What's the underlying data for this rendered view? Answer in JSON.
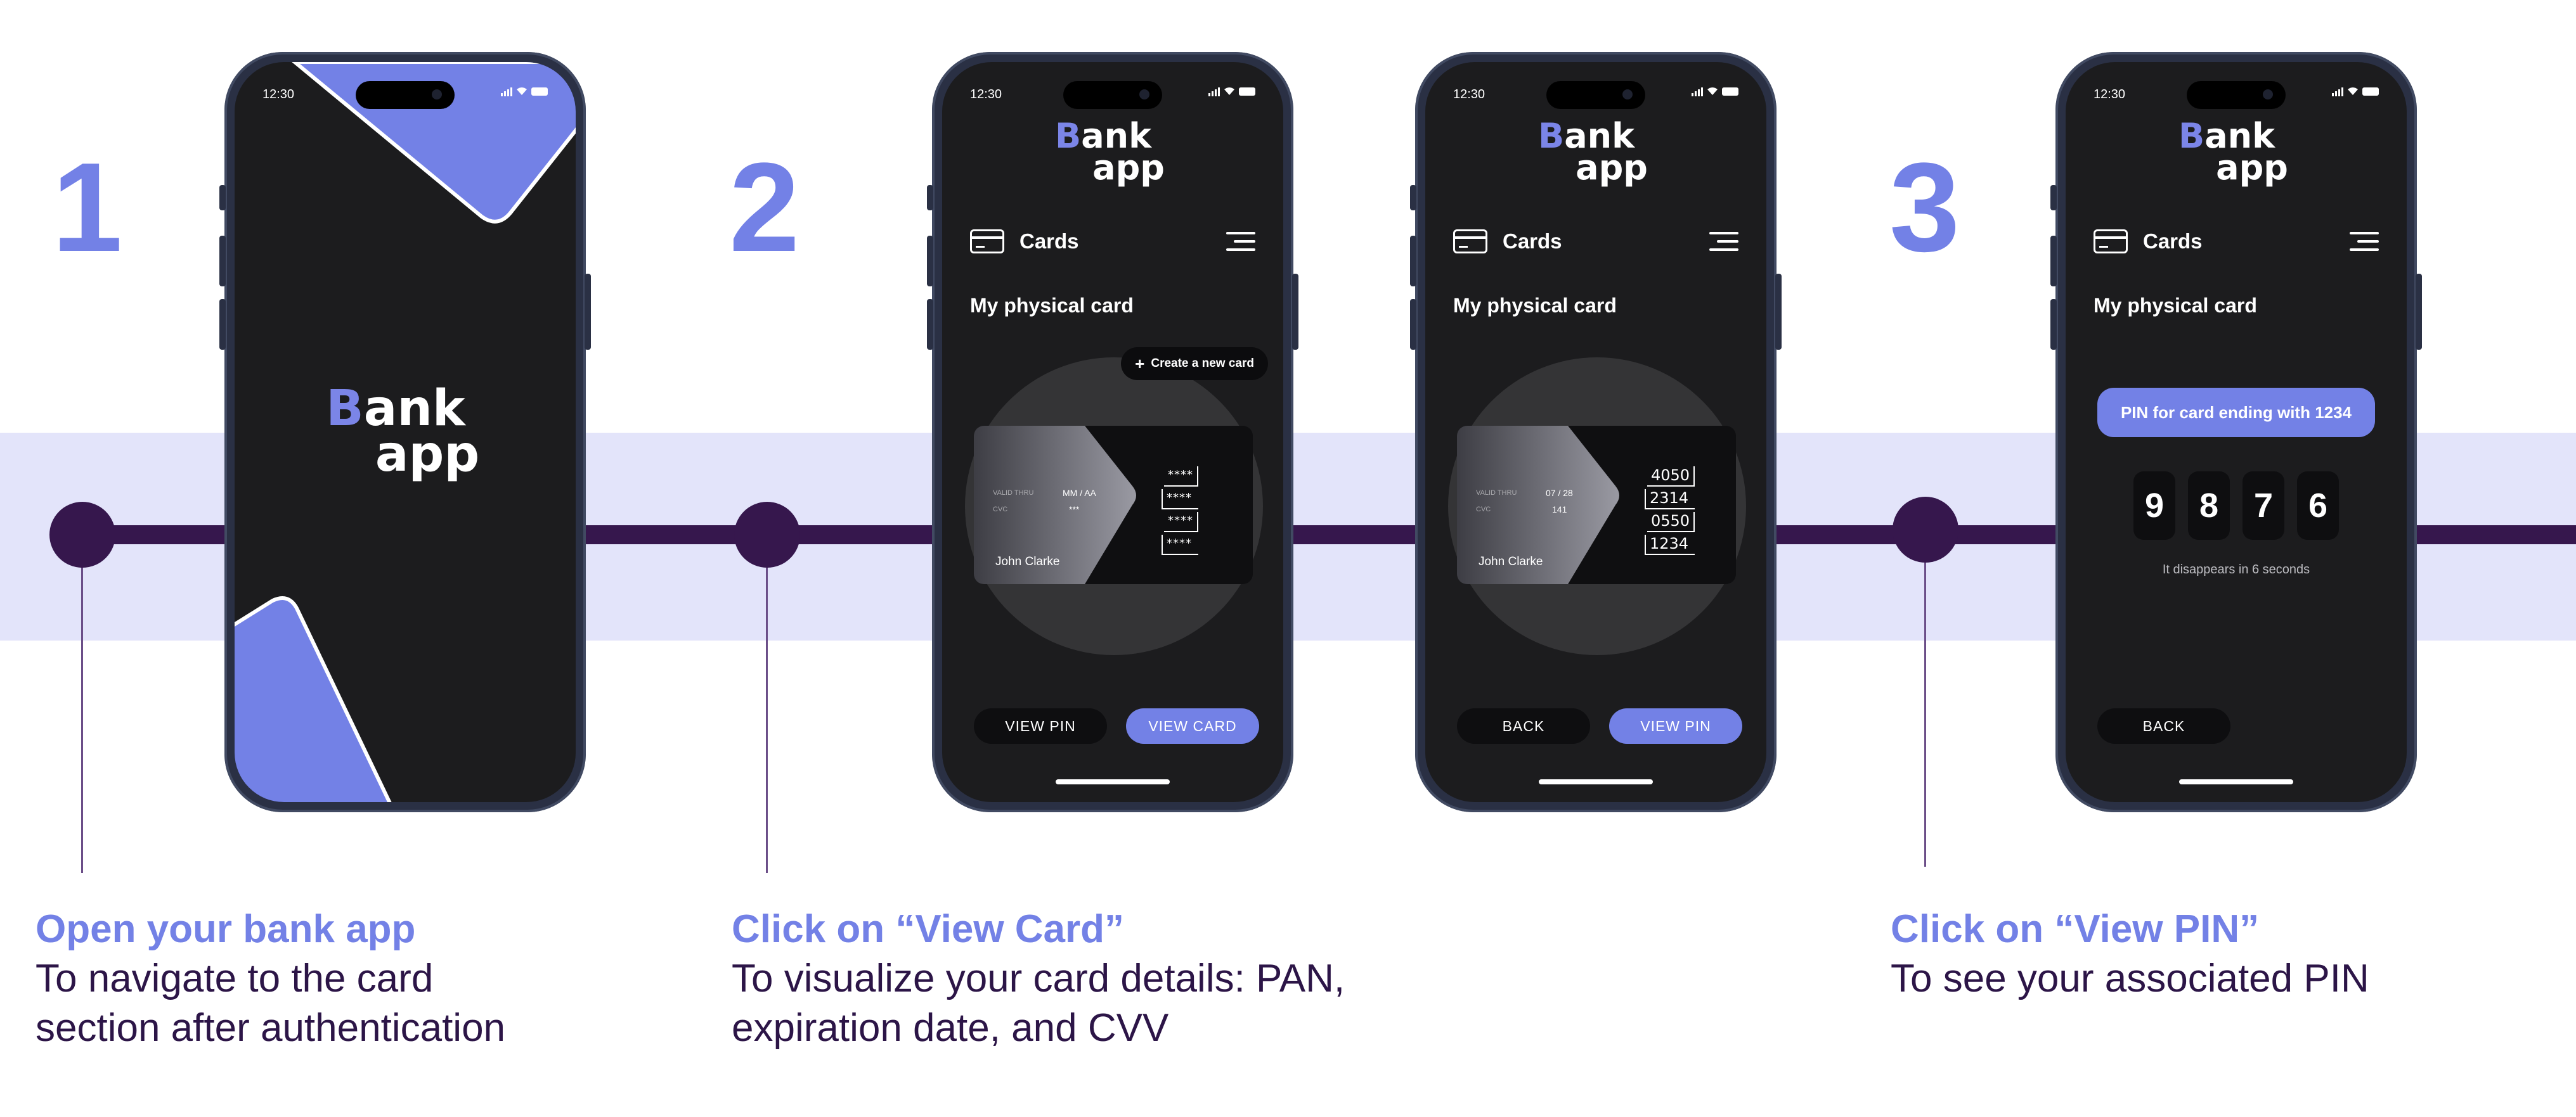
{
  "steps": [
    {
      "number": "1",
      "title": "Open your bank app",
      "body_line1": "To navigate to the card",
      "body_line2": "section after authentication"
    },
    {
      "number": "2",
      "title": "Click on “View Card”",
      "body_line1": "To visualize your card details: PAN,",
      "body_line2": "expiration date, and CVV"
    },
    {
      "number": "3",
      "title": "Click on “View PIN”",
      "body_line1": "To see your associated PIN",
      "body_line2": ""
    }
  ],
  "status_time": "12:30",
  "logo": {
    "first_letter": "B",
    "line1_rest": "ank",
    "line2": "app"
  },
  "screens": {
    "cards_label": "Cards",
    "section_title": "My physical card",
    "create_card": "Create a new card",
    "card_masked": {
      "valid_thru_label": "VALID THRU",
      "cvc_label": "CVC",
      "expiry": "MM / AA",
      "cvv": "***",
      "holder": "John Clarke",
      "pan": [
        "****",
        "****",
        "****",
        "****"
      ]
    },
    "card_revealed": {
      "valid_thru_label": "VALID THRU",
      "cvc_label": "CVC",
      "expiry": "07 / 28",
      "cvv": "141",
      "holder": "John Clarke",
      "pan": [
        "4050",
        "2314",
        "0550",
        "1234"
      ]
    },
    "buttons": {
      "view_pin": "VIEW PIN",
      "view_card": "VIEW CARD",
      "back": "BACK"
    },
    "pin_banner": "PIN for card ending with 1234",
    "pin_digits": [
      "9",
      "8",
      "7",
      "6"
    ],
    "pin_hint": "It disappears in 6 seconds"
  },
  "colors": {
    "accent": "#7381e6",
    "timeline": "#36174d",
    "band": "#e3e4fa",
    "screen_bg": "#1c1c1e"
  }
}
